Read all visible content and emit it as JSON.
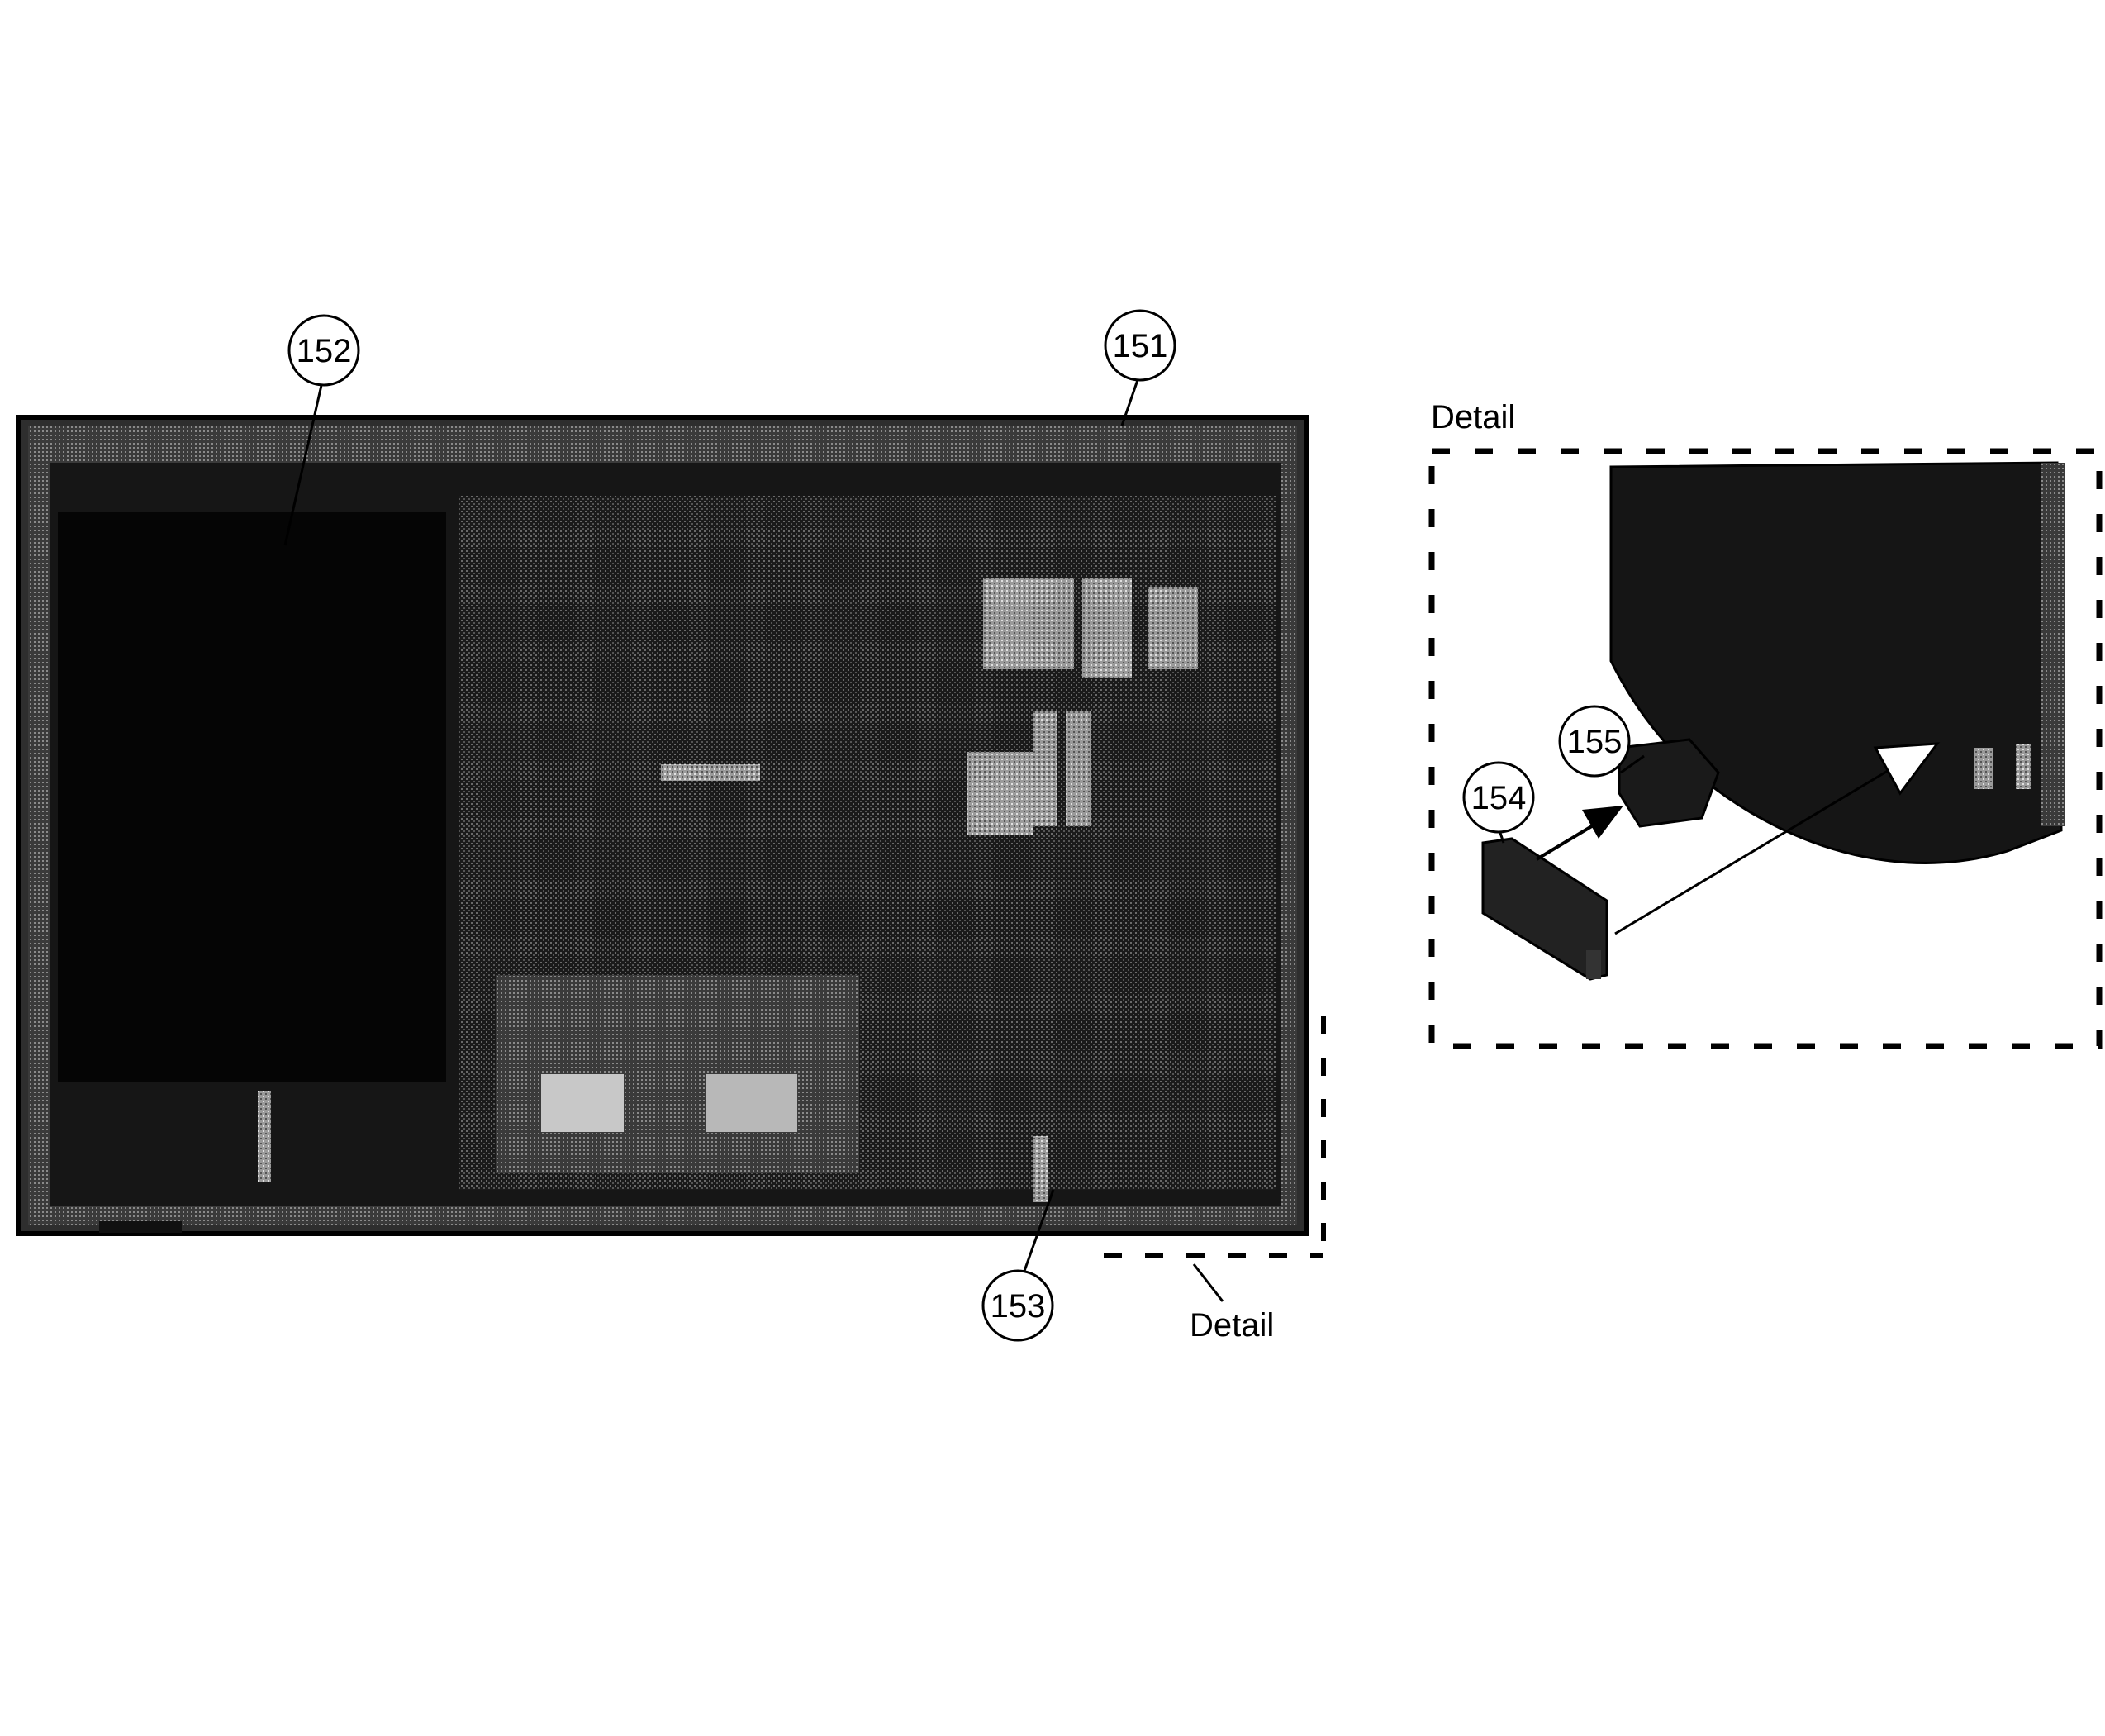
{
  "callouts": {
    "c151": "151",
    "c152": "152",
    "c153": "153",
    "c154": "154",
    "c155": "155"
  },
  "labels": {
    "detail_bottom": "Detail",
    "detail_top": "Detail"
  },
  "colors": {
    "panel": "#141414",
    "panel_edge": "#3a3a3a",
    "board_light": "#8a8a8a",
    "board_dark": "#2a2a2a",
    "chip": "#bdbdbd",
    "line": "#000000"
  }
}
